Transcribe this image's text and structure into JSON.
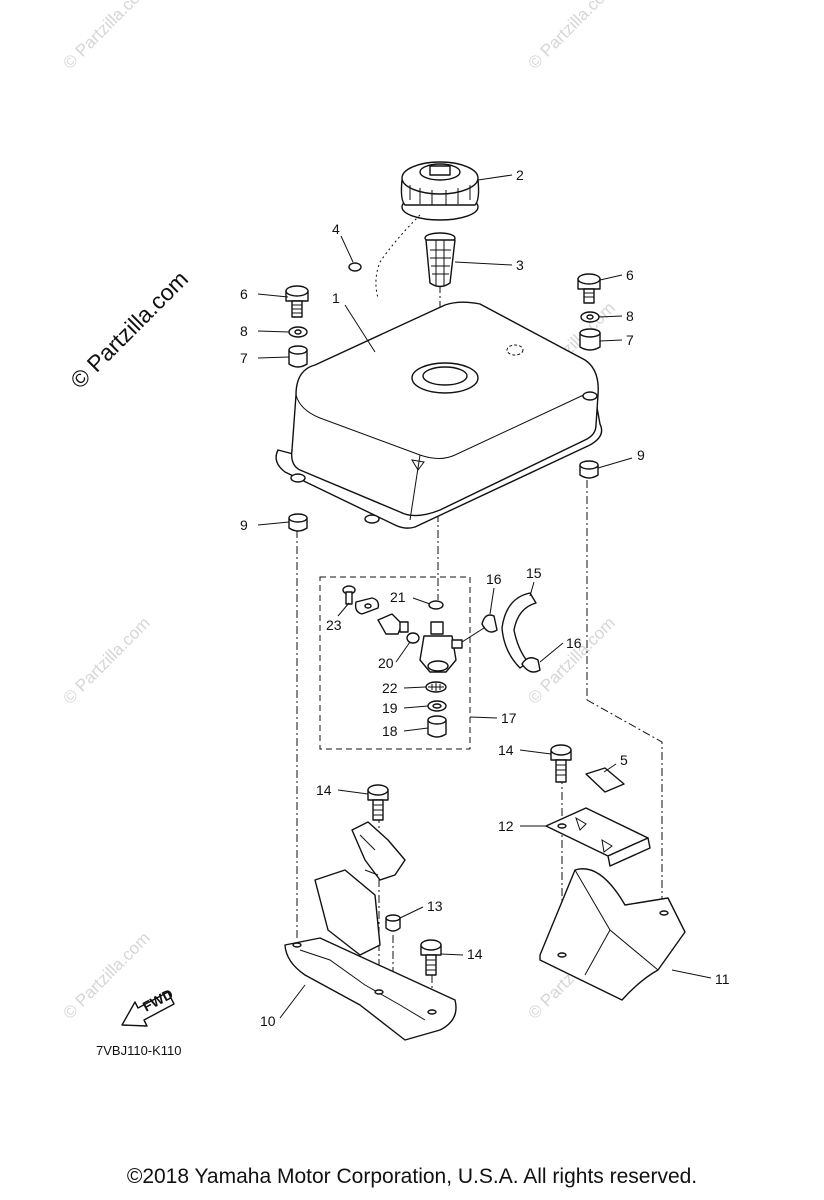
{
  "watermark": {
    "text": "© Partzilla.com"
  },
  "diagram_code": "7VBJ110-K110",
  "fwd_text": "FWD",
  "copyright": "©2018  Yamaha Motor Corporation, U.S.A. All rights reserved.",
  "callouts": [
    {
      "id": "c2",
      "text": "2"
    },
    {
      "id": "c3",
      "text": "3"
    },
    {
      "id": "c4",
      "text": "4"
    },
    {
      "id": "c1",
      "text": "1"
    },
    {
      "id": "c6l",
      "text": "6"
    },
    {
      "id": "c8l",
      "text": "8"
    },
    {
      "id": "c7l",
      "text": "7"
    },
    {
      "id": "c6r",
      "text": "6"
    },
    {
      "id": "c8r",
      "text": "8"
    },
    {
      "id": "c7r",
      "text": "7"
    },
    {
      "id": "c9r",
      "text": "9"
    },
    {
      "id": "c9l",
      "text": "9"
    },
    {
      "id": "c21",
      "text": "21"
    },
    {
      "id": "c16a",
      "text": "16"
    },
    {
      "id": "c15",
      "text": "15"
    },
    {
      "id": "c23",
      "text": "23"
    },
    {
      "id": "c20",
      "text": "20"
    },
    {
      "id": "c16b",
      "text": "16"
    },
    {
      "id": "c22",
      "text": "22"
    },
    {
      "id": "c19",
      "text": "19"
    },
    {
      "id": "c18",
      "text": "18"
    },
    {
      "id": "c17",
      "text": "17"
    },
    {
      "id": "c14a",
      "text": "14"
    },
    {
      "id": "c5",
      "text": "5"
    },
    {
      "id": "c12",
      "text": "12"
    },
    {
      "id": "c14b",
      "text": "14"
    },
    {
      "id": "c13",
      "text": "13"
    },
    {
      "id": "c14c",
      "text": "14"
    },
    {
      "id": "c11",
      "text": "11"
    },
    {
      "id": "c10",
      "text": "10"
    }
  ]
}
